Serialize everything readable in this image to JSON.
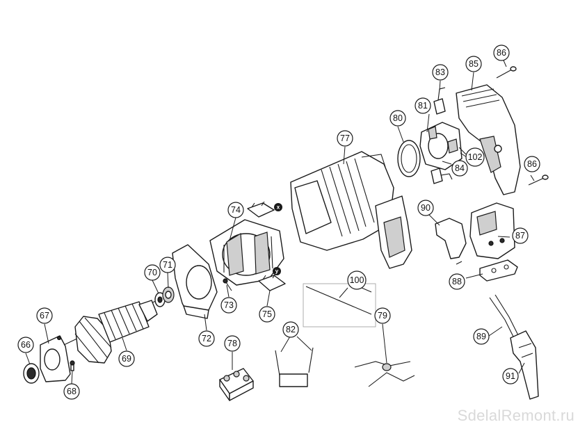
{
  "callouts": [
    {
      "id": "66",
      "label": "66"
    },
    {
      "id": "67",
      "label": "67"
    },
    {
      "id": "68",
      "label": "68"
    },
    {
      "id": "69",
      "label": "69"
    },
    {
      "id": "70",
      "label": "70"
    },
    {
      "id": "71",
      "label": "71"
    },
    {
      "id": "72",
      "label": "72"
    },
    {
      "id": "73",
      "label": "73"
    },
    {
      "id": "74",
      "label": "74"
    },
    {
      "id": "75",
      "label": "75"
    },
    {
      "id": "77",
      "label": "77"
    },
    {
      "id": "78",
      "label": "78"
    },
    {
      "id": "79",
      "label": "79"
    },
    {
      "id": "80",
      "label": "80"
    },
    {
      "id": "81",
      "label": "81"
    },
    {
      "id": "82",
      "label": "82"
    },
    {
      "id": "83",
      "label": "83"
    },
    {
      "id": "84",
      "label": "84"
    },
    {
      "id": "85",
      "label": "85"
    },
    {
      "id": "86a",
      "label": "86"
    },
    {
      "id": "86b",
      "label": "86"
    },
    {
      "id": "87",
      "label": "87"
    },
    {
      "id": "88",
      "label": "88"
    },
    {
      "id": "89",
      "label": "89"
    },
    {
      "id": "90",
      "label": "90"
    },
    {
      "id": "91",
      "label": "91"
    },
    {
      "id": "100",
      "label": "100"
    },
    {
      "id": "102",
      "label": "102"
    }
  ],
  "markers": {
    "x": "x",
    "y": "y"
  },
  "watermark": "SdelalRemont.ru",
  "colors": {
    "line": "#1a1a1a",
    "background": "#ffffff",
    "watermark": "#d9d9d9"
  }
}
